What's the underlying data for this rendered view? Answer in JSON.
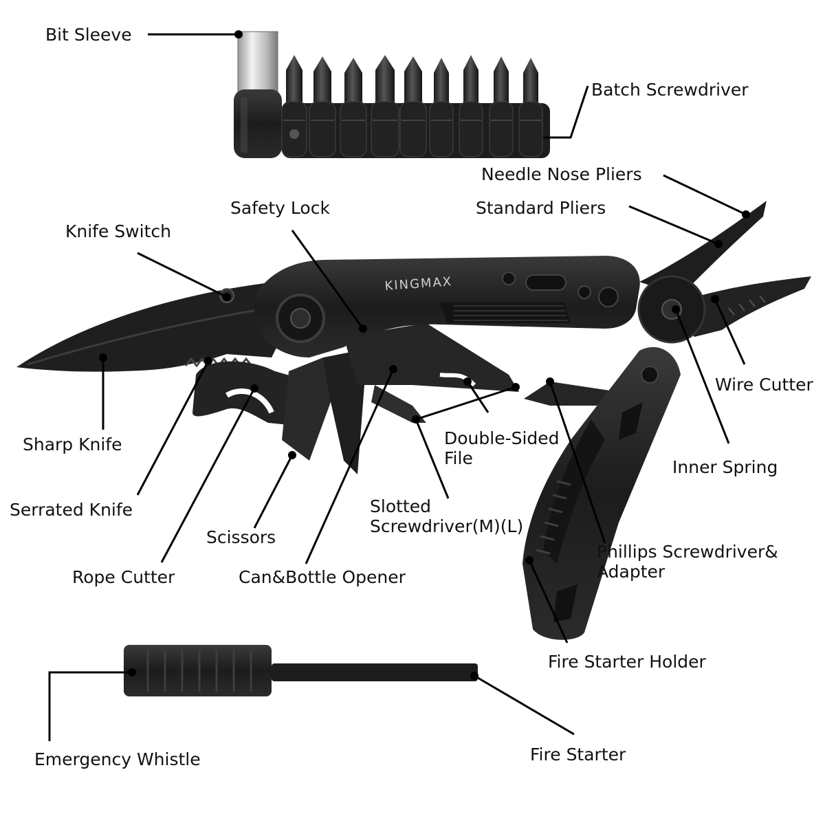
{
  "brand": "KINGMAX",
  "labels": {
    "bit_sleeve": "Bit Sleeve",
    "batch_screwdriver": "Batch Screwdriver",
    "needle_nose_pliers": "Needle Nose Pliers",
    "standard_pliers": "Standard Pliers",
    "safety_lock": "Safety Lock",
    "knife_switch": "Knife Switch",
    "wire_cutter": "Wire Cutter",
    "sharp_knife": "Sharp Knife",
    "double_sided_file_line1": "Double-Sided",
    "double_sided_file_line2": "File",
    "inner_spring": "Inner Spring",
    "serrated_knife": "Serrated Knife",
    "slotted_screwdriver_line1": "Slotted",
    "slotted_screwdriver_line2": "Screwdriver(M)(L)",
    "scissors": "Scissors",
    "phillips_line1": "Phillips Screwdriver&",
    "phillips_line2": "Adapter",
    "rope_cutter": "Rope Cutter",
    "can_bottle_opener": "Can&Bottle Opener",
    "fire_starter_holder": "Fire Starter Holder",
    "emergency_whistle": "Emergency Whistle",
    "fire_starter": "Fire Starter"
  },
  "colors": {
    "tool_dark": "#1b1b1b",
    "tool_mid": "#2e2e2e",
    "tool_highlight": "#4a4a4a",
    "sleeve_silver": "#d9d9d9",
    "leader_line": "#000000",
    "label_text": "#111111"
  }
}
